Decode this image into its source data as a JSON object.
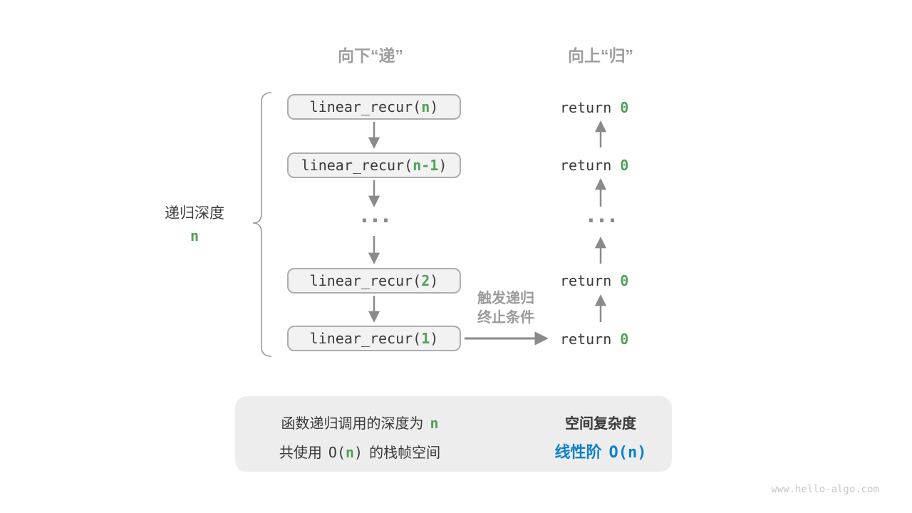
{
  "headers": {
    "descend": "向下“递”",
    "ascend": "向上“归”"
  },
  "depth": {
    "label": "递归深度",
    "value": "n"
  },
  "call_stack": [
    {
      "pre": "linear_recur(",
      "arg": "n",
      "post": ")"
    },
    {
      "pre": "linear_recur(",
      "arg": "n-1",
      "post": ")"
    },
    {
      "pre": "linear_recur(",
      "arg": "2",
      "post": ")"
    },
    {
      "pre": "linear_recur(",
      "arg": "1",
      "post": ")"
    }
  ],
  "returns": [
    {
      "keyword": "return ",
      "value": "0"
    },
    {
      "keyword": "return ",
      "value": "0"
    },
    {
      "keyword": "return ",
      "value": "0"
    },
    {
      "keyword": "return ",
      "value": "0"
    }
  ],
  "ellipsis": "...",
  "trigger": {
    "line1": "触发递归",
    "line2": "终止条件"
  },
  "summary": {
    "line1_text": "函数递归调用的深度为",
    "line1_value": "n",
    "line2_pre": "共使用",
    "line2_code_open": "O(",
    "line2_code_value": "n",
    "line2_code_close": ")",
    "line2_post": "的栈帧空间",
    "result_title": "空间复杂度",
    "result_label": "线性阶",
    "result_code": "O(n)"
  },
  "watermark": "www.hello-algo.com",
  "colors": {
    "accent_green": "#52A05A",
    "accent_blue": "#0E80CC",
    "muted_gray": "#9E9E9E",
    "arrow_gray": "#8A8A8A",
    "box_fill": "#F2F2F2",
    "summary_fill": "#EDEDED"
  }
}
